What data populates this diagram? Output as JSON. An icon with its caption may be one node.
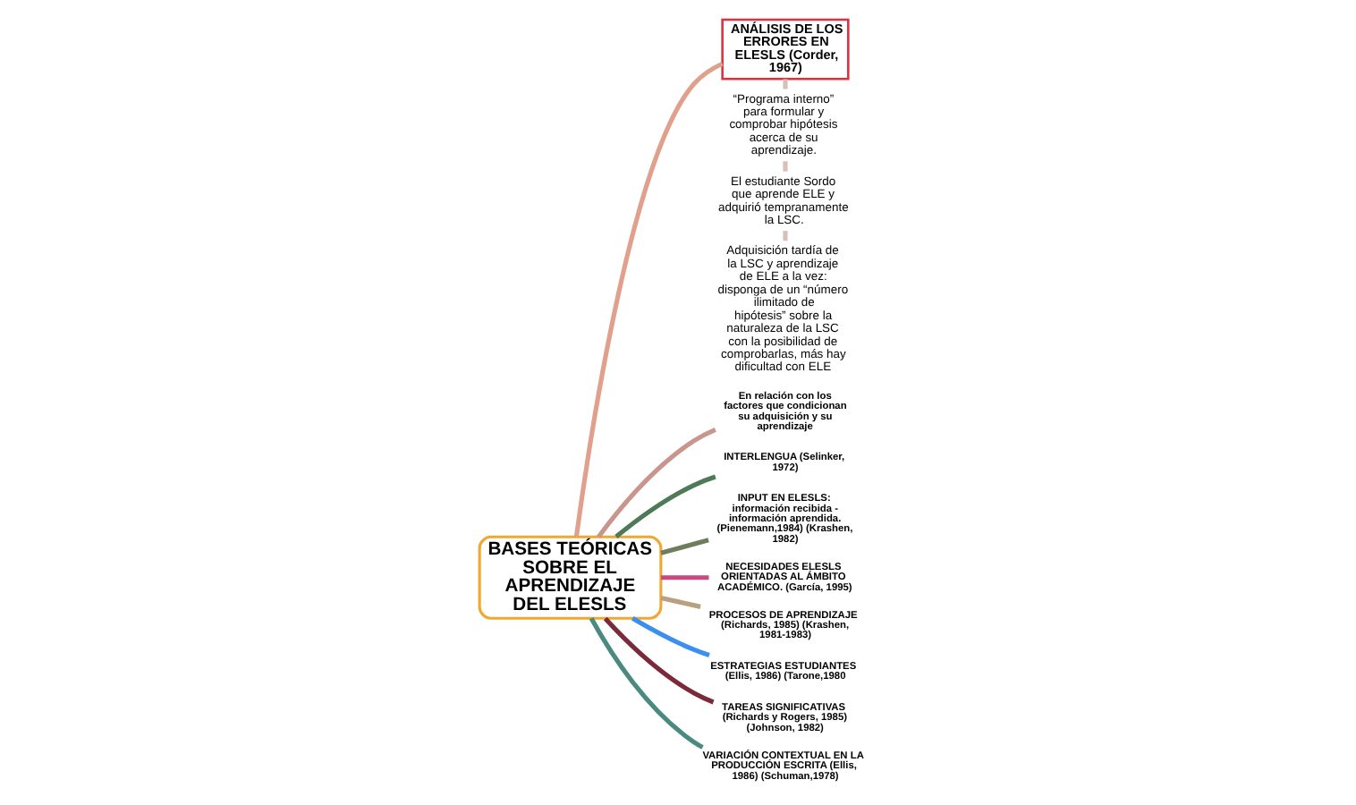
{
  "diagram": {
    "nodes": [
      {
        "text": [
          "BASES TEÓRICAS SOBRE EL APRENDIZAJE DEL ELESLS"
        ]
      },
      {
        "text": [
          "ANÁLISIS DE LOS ERRORES EN ELESLS (Corder, 1967)"
        ]
      },
      {
        "text": [
          "“Programa interno” para formular y comprobar hipótesis acerca de su aprendizaje."
        ]
      },
      {
        "text": [
          "El estudiante Sordo que aprende ELE y adquirió tempranamente la LSC."
        ]
      },
      {
        "text": [
          "Adquisición tardía de la LSC y aprendizaje de ELE a la vez: disponga de un “número ilimitado de hipótesis” sobre la naturaleza de la LSC con la posibilidad de comprobarlas, más hay dificultad con ELE"
        ]
      },
      {
        "text": [
          "En relación con los factores que condicionan su adquisición y su aprendizaje"
        ]
      },
      {
        "text": [
          "INTERLENGUA (Selinker, 1972)"
        ]
      },
      {
        "text": [
          "INPUT EN ELESLS: información recibida - información aprendida. (Pienemann,1984) (Krashen, 1982)"
        ]
      },
      {
        "text": [
          "NECESIDADES ELESLS ORIENTADAS AL ÁMBITO ACADÉMICO. (García, 1995)"
        ]
      },
      {
        "text": [
          "PROCESOS DE APRENDIZAJE (Richards, 1985) (Krashen, 1981-1983)"
        ]
      },
      {
        "text": [
          "ESTRATEGIAS ESTUDIANTES (Ellis, 1986) (Tarone,1980"
        ]
      },
      {
        "text": [
          "TAREAS SIGNIFICATIVAS (Richards y Rogers, 1985) (Johnson, 1982)"
        ]
      },
      {
        "text": [
          "VARIACIÓN CONTEXTUAL EN LA PRODUCCIÓN ESCRITA (Ellis, 1986) (Schuman,1978)"
        ]
      }
    ],
    "edges": [
      {
        "from": 0,
        "to": 1,
        "arrow": "none",
        "color": "#e0a08c"
      },
      {
        "from": 1,
        "to": 2,
        "arrow": "none",
        "color": "#d8c0b8"
      },
      {
        "from": 2,
        "to": 3,
        "arrow": "none",
        "color": "#d8c0b8"
      },
      {
        "from": 3,
        "to": 4,
        "arrow": "none",
        "color": "#d8c0b8"
      },
      {
        "from": 0,
        "to": 5,
        "arrow": "none",
        "color": "#c8968c"
      },
      {
        "from": 0,
        "to": 6,
        "arrow": "none",
        "color": "#4e7a58"
      },
      {
        "from": 0,
        "to": 7,
        "arrow": "none",
        "color": "#6f7d5c"
      },
      {
        "from": 0,
        "to": 8,
        "arrow": "none",
        "color": "#c84a80"
      },
      {
        "from": 0,
        "to": 9,
        "arrow": "none",
        "color": "#b8a080"
      },
      {
        "from": 0,
        "to": 10,
        "arrow": "none",
        "color": "#3a8ff0"
      },
      {
        "from": 0,
        "to": 11,
        "arrow": "none",
        "color": "#7a2a3a"
      },
      {
        "from": 0,
        "to": 12,
        "arrow": "none",
        "color": "#4a8a80"
      }
    ]
  }
}
